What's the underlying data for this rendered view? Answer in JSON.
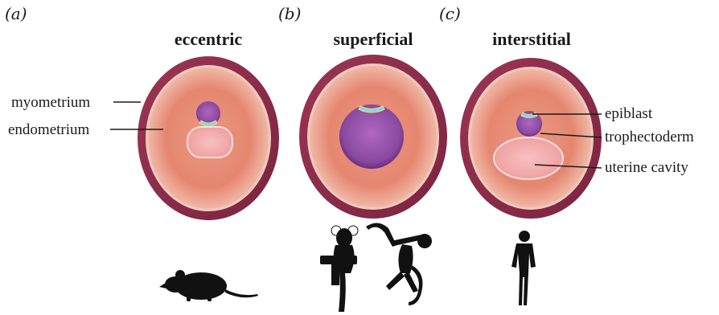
{
  "panels": [
    {
      "letter": "(a)",
      "title": "eccentric"
    },
    {
      "letter": "(b)",
      "title": "superficial"
    },
    {
      "letter": "(c)",
      "title": "interstitial"
    }
  ],
  "labels": {
    "myometrium": "myometrium",
    "endometrium": "endometrium",
    "epiblast": "epiblast",
    "trophectoderm": "trophectoderm",
    "uterine_cavity": "uterine cavity"
  },
  "colors": {
    "myometrium": "#8c2f4a",
    "endometrium": "#e88f78",
    "trophectoderm": "#8a4aa0",
    "epiblast": "#7fd6e8",
    "uterine_cavity": "#f6b3b3"
  },
  "silhouettes": [
    "mouse-icon",
    "marmoset-icon",
    "monkey-icon",
    "human-icon"
  ]
}
